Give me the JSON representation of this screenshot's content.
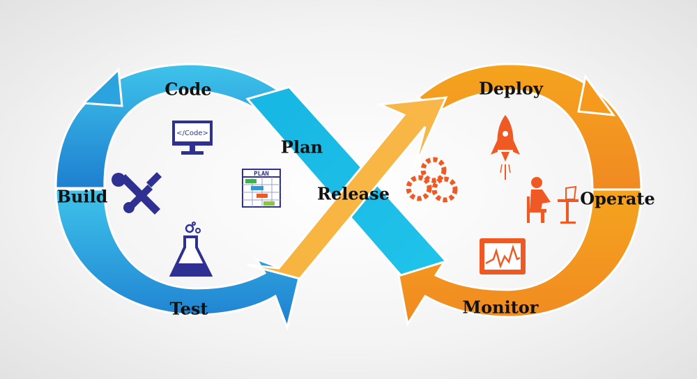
{
  "stages": {
    "code": "Code",
    "plan": "Plan",
    "build": "Build",
    "test": "Test",
    "release": "Release",
    "deploy": "Deploy",
    "operate": "Operate",
    "monitor": "Monitor"
  },
  "icons": {
    "code_screen_text": "</Code>",
    "plan_board_text": "PLAN"
  },
  "colors": {
    "blue_light": "#3ec3ea",
    "blue_dark": "#1e7fd0",
    "orange_light": "#f6a92d",
    "orange_dark": "#f07a1c",
    "release_orange": "#f8b240",
    "icon_navy": "#2e3192",
    "icon_orange": "#ef5a24"
  }
}
